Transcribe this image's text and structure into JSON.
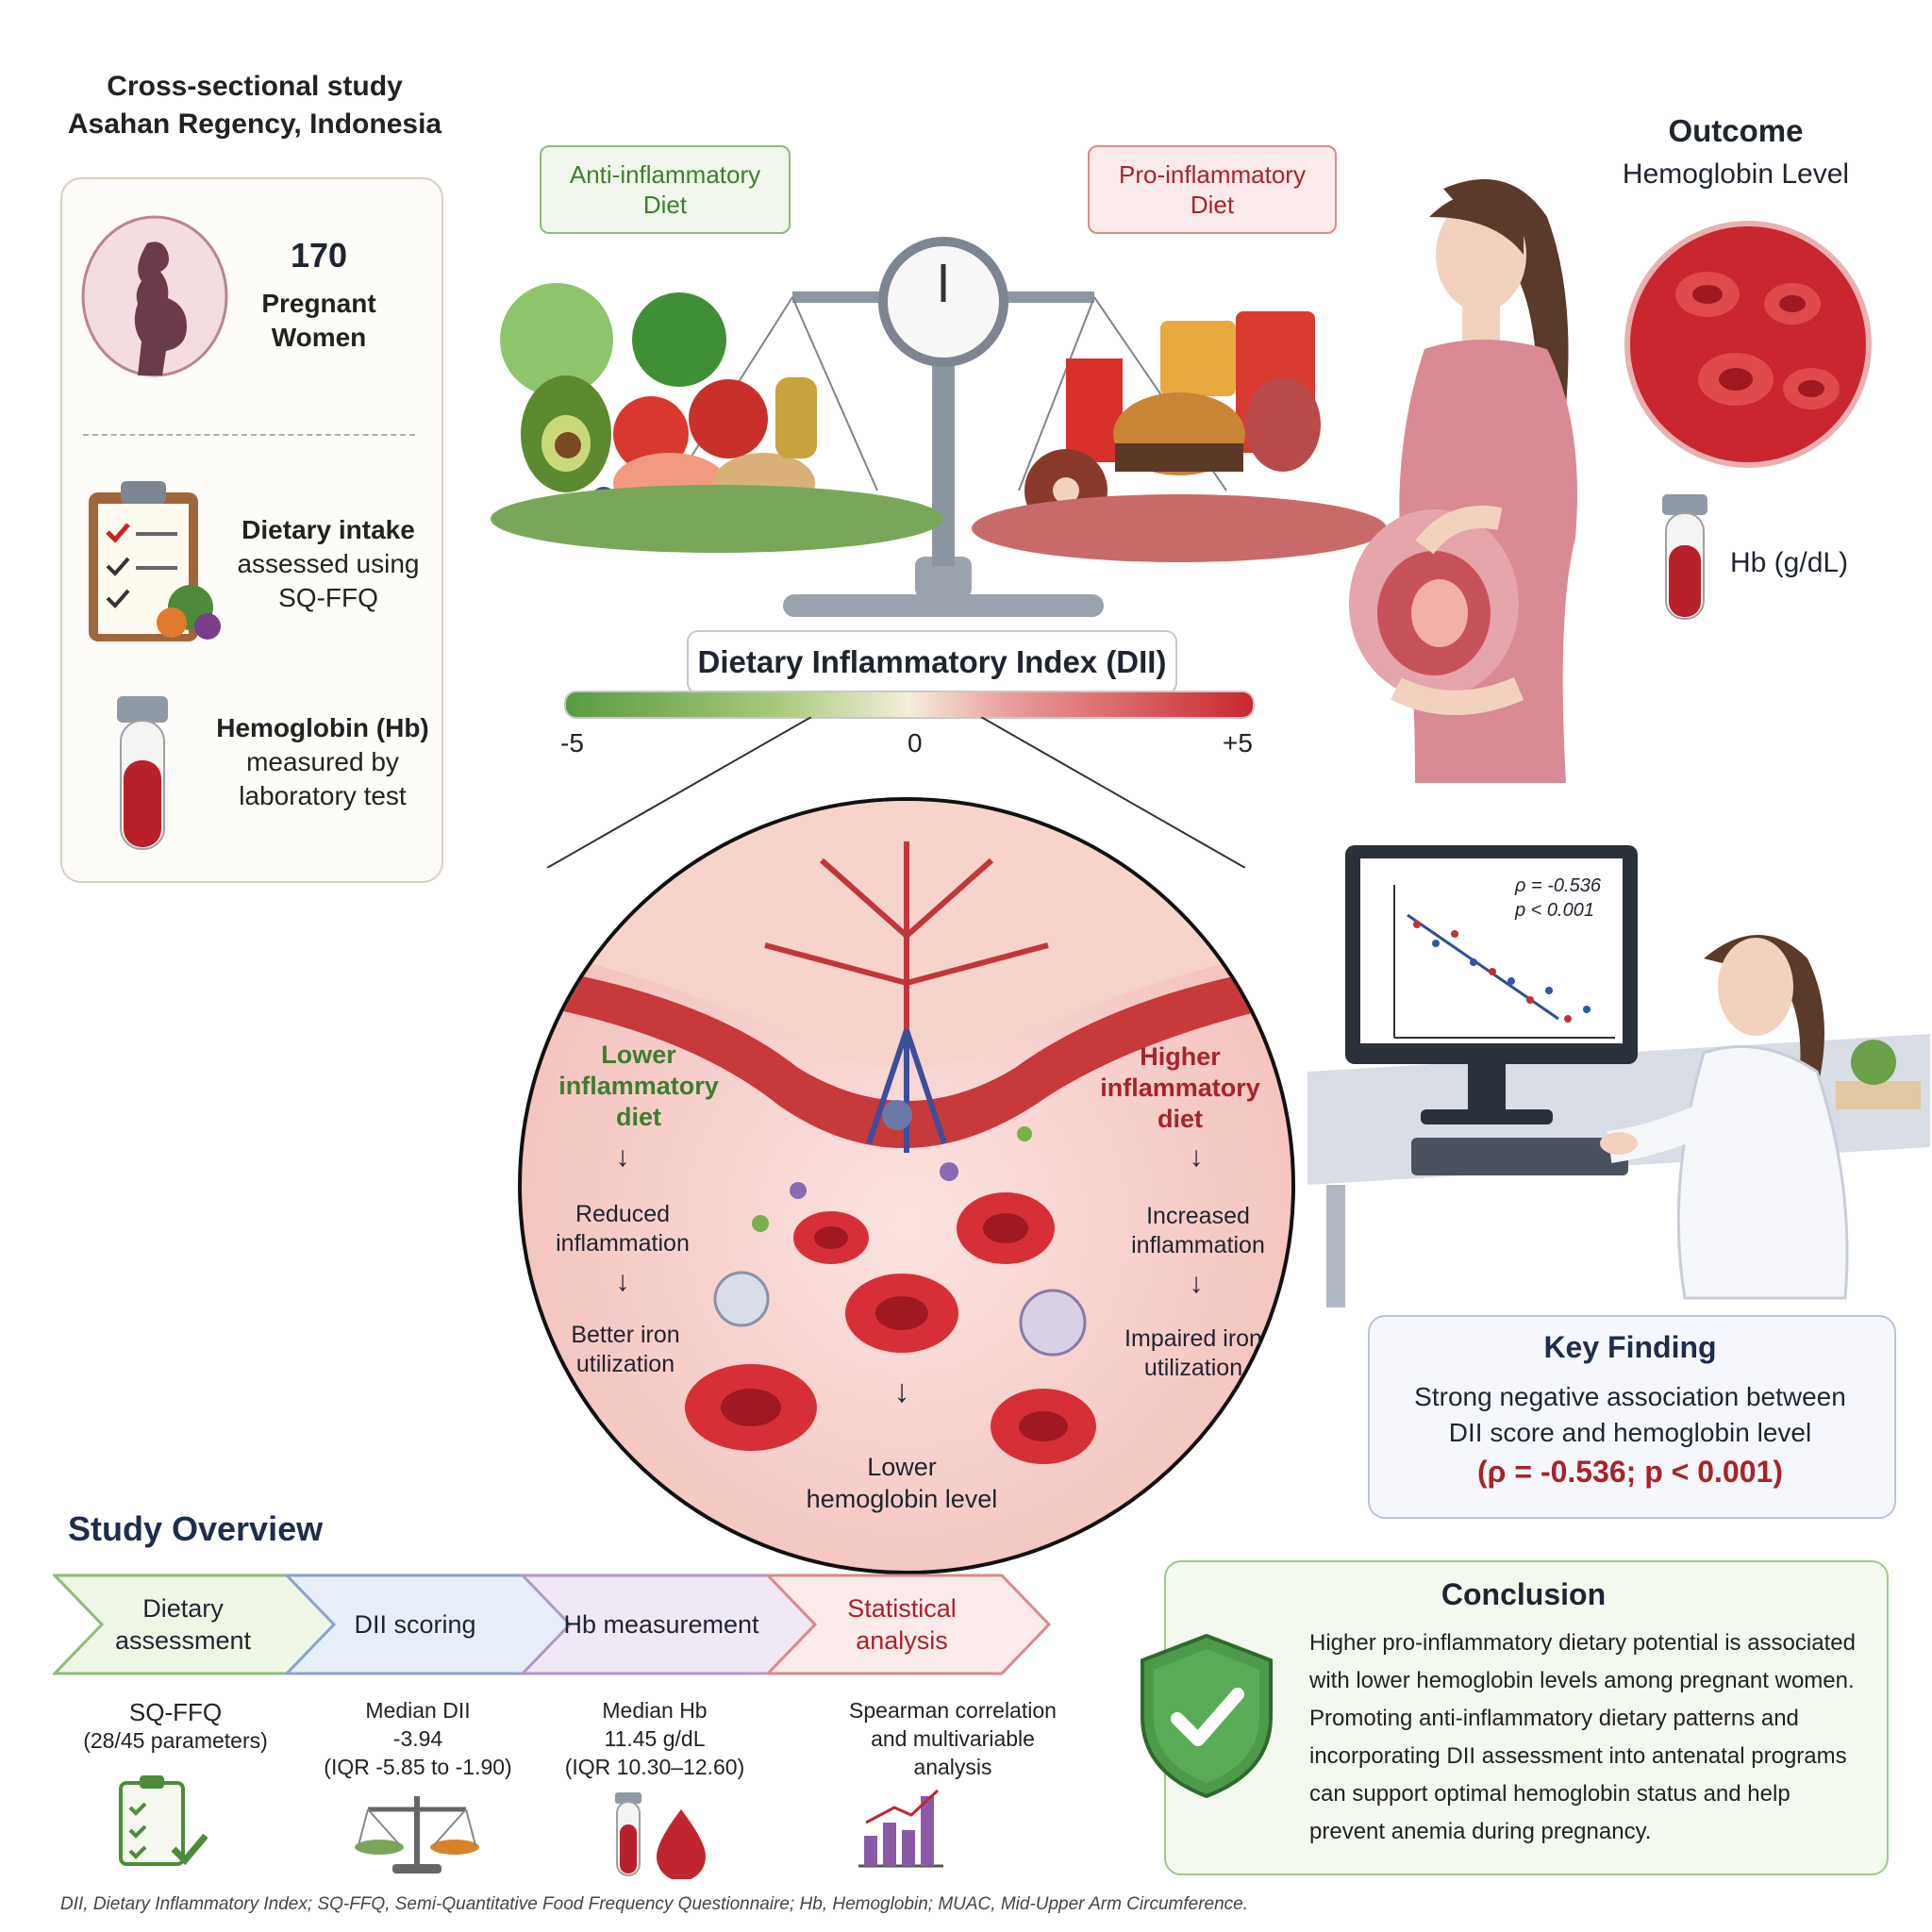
{
  "study": {
    "line1": "Cross-sectional study",
    "line2": "Asahan Regency, Indonesia"
  },
  "participants": {
    "count": "170",
    "label1": "Pregnant",
    "label2": "Women"
  },
  "methods": {
    "diet_1": "Dietary intake",
    "diet_2": "assessed using",
    "diet_3": "SQ-FFQ",
    "hb_1": "Hemoglobin (Hb)",
    "hb_2": "measured by",
    "hb_3": "laboratory test"
  },
  "diets": {
    "anti_1": "Anti-inflammatory",
    "anti_2": "Diet",
    "pro_1": "Pro-inflammatory",
    "pro_2": "Diet"
  },
  "dii": {
    "title": "Dietary Inflammatory Index (DII)",
    "min": "-5",
    "mid": "0",
    "max": "+5"
  },
  "outcome": {
    "title": "Outcome",
    "subtitle": "Hemoglobin Level",
    "unit": "Hb (g/dL)"
  },
  "mechanism": {
    "low_1": "Lower",
    "low_2": "inflammatory",
    "low_3": "diet",
    "high_1": "Higher",
    "high_2": "inflammatory",
    "high_3": "diet",
    "reduced_1": "Reduced",
    "reduced_2": "inflammation",
    "better_1": "Better iron",
    "better_2": "utilization",
    "increased_1": "Increased",
    "increased_2": "inflammation",
    "impaired_1": "Impaired iron",
    "impaired_2": "utilization",
    "result_1": "Lower",
    "result_2": "hemoglobin level"
  },
  "monitor": {
    "rho": "ρ = -0.536",
    "p": "p < 0.001"
  },
  "key_finding": {
    "title": "Key Finding",
    "line1": "Strong negative association between",
    "line2": "DII score and hemoglobin level",
    "stat": "(ρ = -0.536; p < 0.001)"
  },
  "overview": {
    "title": "Study Overview",
    "steps": [
      {
        "l1": "Dietary",
        "l2": "assessment"
      },
      {
        "l1": "DII scoring",
        "l2": ""
      },
      {
        "l1": "Hb measurement",
        "l2": ""
      },
      {
        "l1": "Statistical",
        "l2": "analysis"
      }
    ],
    "details": [
      {
        "l1": "SQ-FFQ",
        "l2": "(28/45 parameters)",
        "l3": ""
      },
      {
        "l1": "Median DII",
        "l2": "-3.94",
        "l3": "(IQR -5.85 to -1.90)"
      },
      {
        "l1": "Median Hb",
        "l2": "11.45 g/dL",
        "l3": "(IQR 10.30–12.60)"
      },
      {
        "l1": "Spearman correlation",
        "l2": "and multivariable",
        "l3": "analysis"
      }
    ]
  },
  "conclusion": {
    "title": "Conclusion",
    "lines": [
      "Higher pro-inflammatory dietary potential is associated",
      "with lower hemoglobin levels among pregnant women.",
      "Promoting anti-inflammatory dietary patterns and",
      "incorporating DII assessment into antenatal programs",
      "can support optimal hemoglobin status and help",
      "prevent anemia during pregnancy."
    ]
  },
  "footnote": "DII, Dietary Inflammatory Index; SQ-FFQ, Semi-Quantitative Food Frequency Questionnaire; Hb, Hemoglobin; MUAC, Mid-Upper Arm Circumference.",
  "colors": {
    "green": "#3f7d2e",
    "red": "#a8232a",
    "navy": "#1f2d4d",
    "blood": "#c0262d"
  }
}
